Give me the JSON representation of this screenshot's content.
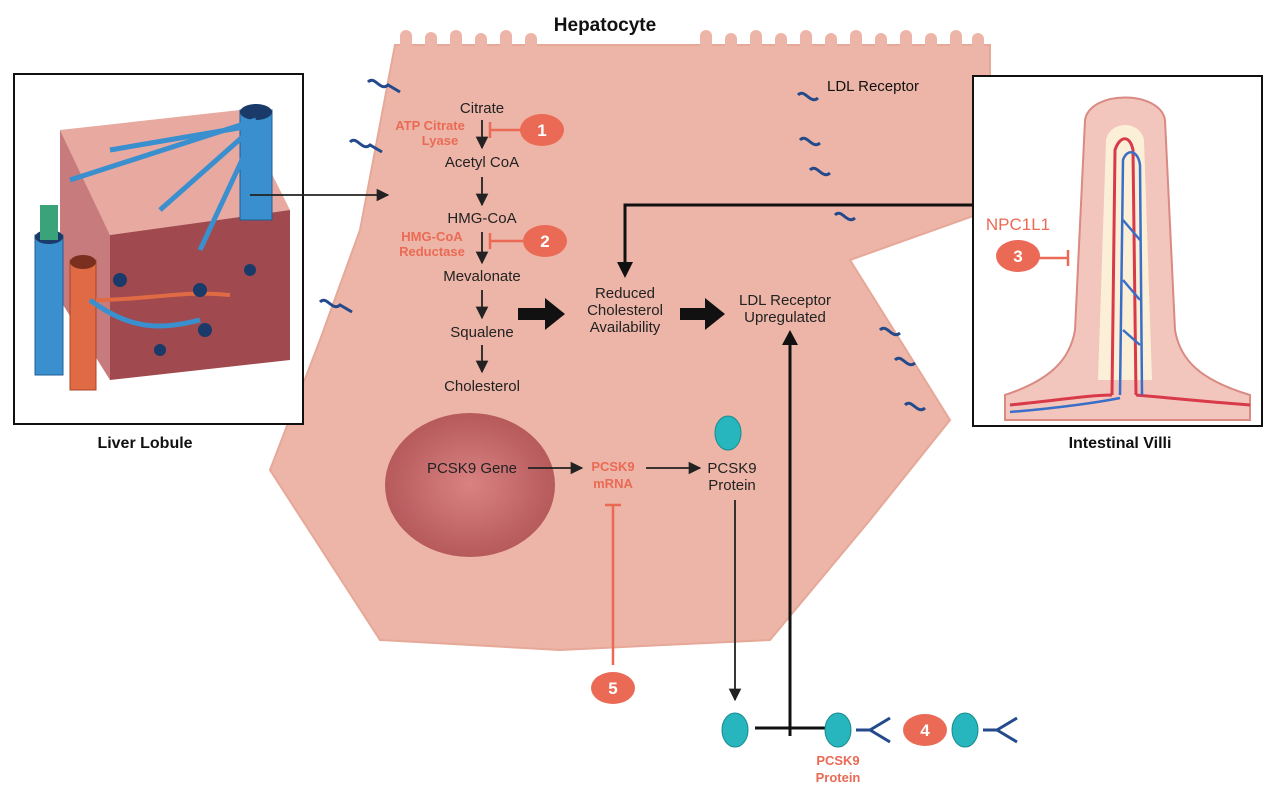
{
  "title": "Hepatocyte",
  "labels": {
    "liver_lobule": "Liver Lobule",
    "intestinal_villi": "Intestinal Villi",
    "ldl_receptor": "LDL Receptor",
    "npc1l1": "NPC1L1"
  },
  "pathway": {
    "citrate": "Citrate",
    "atp_citrate_lyase_1": "ATP Citrate",
    "atp_citrate_lyase_2": "Lyase",
    "acetyl_coa": "Acetyl CoA",
    "hmg_coa": "HMG-CoA",
    "hmg_coa_reductase_1": "HMG-CoA",
    "hmg_coa_reductase_2": "Reductase",
    "mevalonate": "Mevalonate",
    "squalene": "Squalene",
    "cholesterol": "Cholesterol"
  },
  "outcomes": {
    "reduced_1": "Reduced",
    "reduced_2": "Cholesterol",
    "reduced_3": "Availability",
    "ldl_up_1": "LDL Receptor",
    "ldl_up_2": "Upregulated"
  },
  "pcsk9": {
    "gene": "PCSK9 Gene",
    "mrna_1": "PCSK9",
    "mrna_2": "mRNA",
    "protein_1": "PCSK9",
    "protein_2": "Protein",
    "extracellular_1": "PCSK9",
    "extracellular_2": "Protein"
  },
  "markers": [
    "1",
    "2",
    "3",
    "4",
    "5"
  ],
  "colors": {
    "cell": "#edb5a7",
    "nucleus": "#c66868",
    "inhibitor": "#ea6a55",
    "pcsk9_protein": "#27b6bd",
    "receptor": "#244a8c",
    "vessel_blue": "#3a8fcf",
    "vessel_red": "#e06a43"
  }
}
